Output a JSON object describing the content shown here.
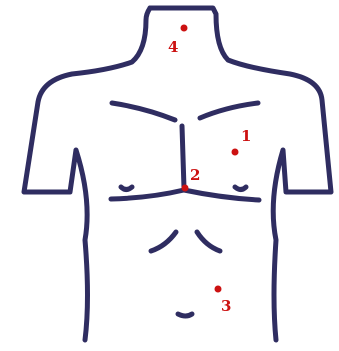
{
  "colors": {
    "outline": "#2f2d61",
    "marker": "#cc1111",
    "background": "#ffffff"
  },
  "markers": [
    {
      "id": "1",
      "label": "1"
    },
    {
      "id": "2",
      "label": "2"
    },
    {
      "id": "3",
      "label": "3"
    },
    {
      "id": "4",
      "label": "4"
    }
  ]
}
